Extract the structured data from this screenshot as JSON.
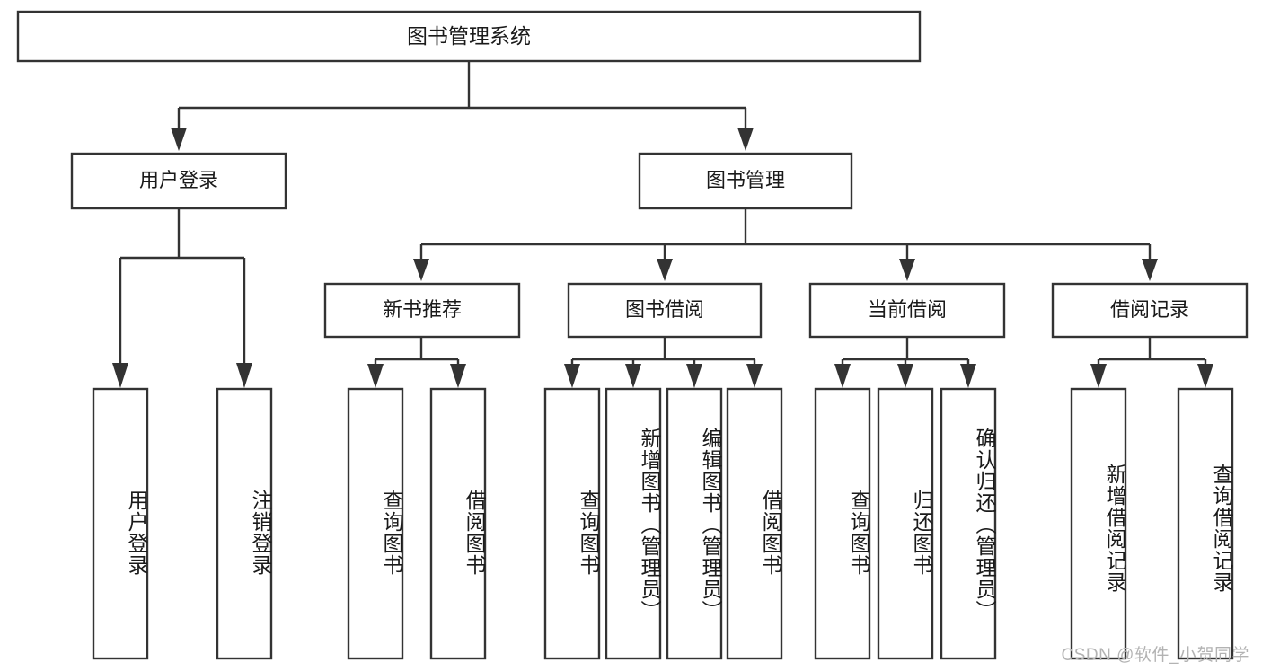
{
  "diagram": {
    "type": "tree",
    "title": "图书管理系统",
    "watermark": "CSDN @软件_小贺同学",
    "colors": {
      "stroke": "#333333",
      "fill": "#ffffff",
      "text": "#1a1a1a",
      "watermark": "#b3b3b3"
    },
    "levels": {
      "root": {
        "label": "图书管理系统"
      },
      "level2": [
        {
          "label": "用户登录"
        },
        {
          "label": "图书管理"
        }
      ],
      "level3": [
        {
          "label": "新书推荐"
        },
        {
          "label": "图书借阅"
        },
        {
          "label": "当前借阅"
        },
        {
          "label": "借阅记录"
        }
      ],
      "leaves": [
        {
          "label": "用户登录",
          "parent": "用户登录"
        },
        {
          "label": "注销登录",
          "parent": "用户登录"
        },
        {
          "label": "查询图书",
          "parent": "新书推荐"
        },
        {
          "label": "借阅图书",
          "parent": "新书推荐"
        },
        {
          "label": "查询图书",
          "parent": "图书借阅"
        },
        {
          "label": "新增图书（管理员）",
          "parent": "图书借阅"
        },
        {
          "label": "编辑图书（管理员）",
          "parent": "图书借阅"
        },
        {
          "label": "借阅图书",
          "parent": "图书借阅"
        },
        {
          "label": "查询图书",
          "parent": "当前借阅"
        },
        {
          "label": "归还图书",
          "parent": "当前借阅"
        },
        {
          "label": "确认归还（管理员）",
          "parent": "当前借阅"
        },
        {
          "label": "新增借阅记录",
          "parent": "借阅记录"
        },
        {
          "label": "查询借阅记录",
          "parent": "借阅记录"
        }
      ]
    }
  }
}
